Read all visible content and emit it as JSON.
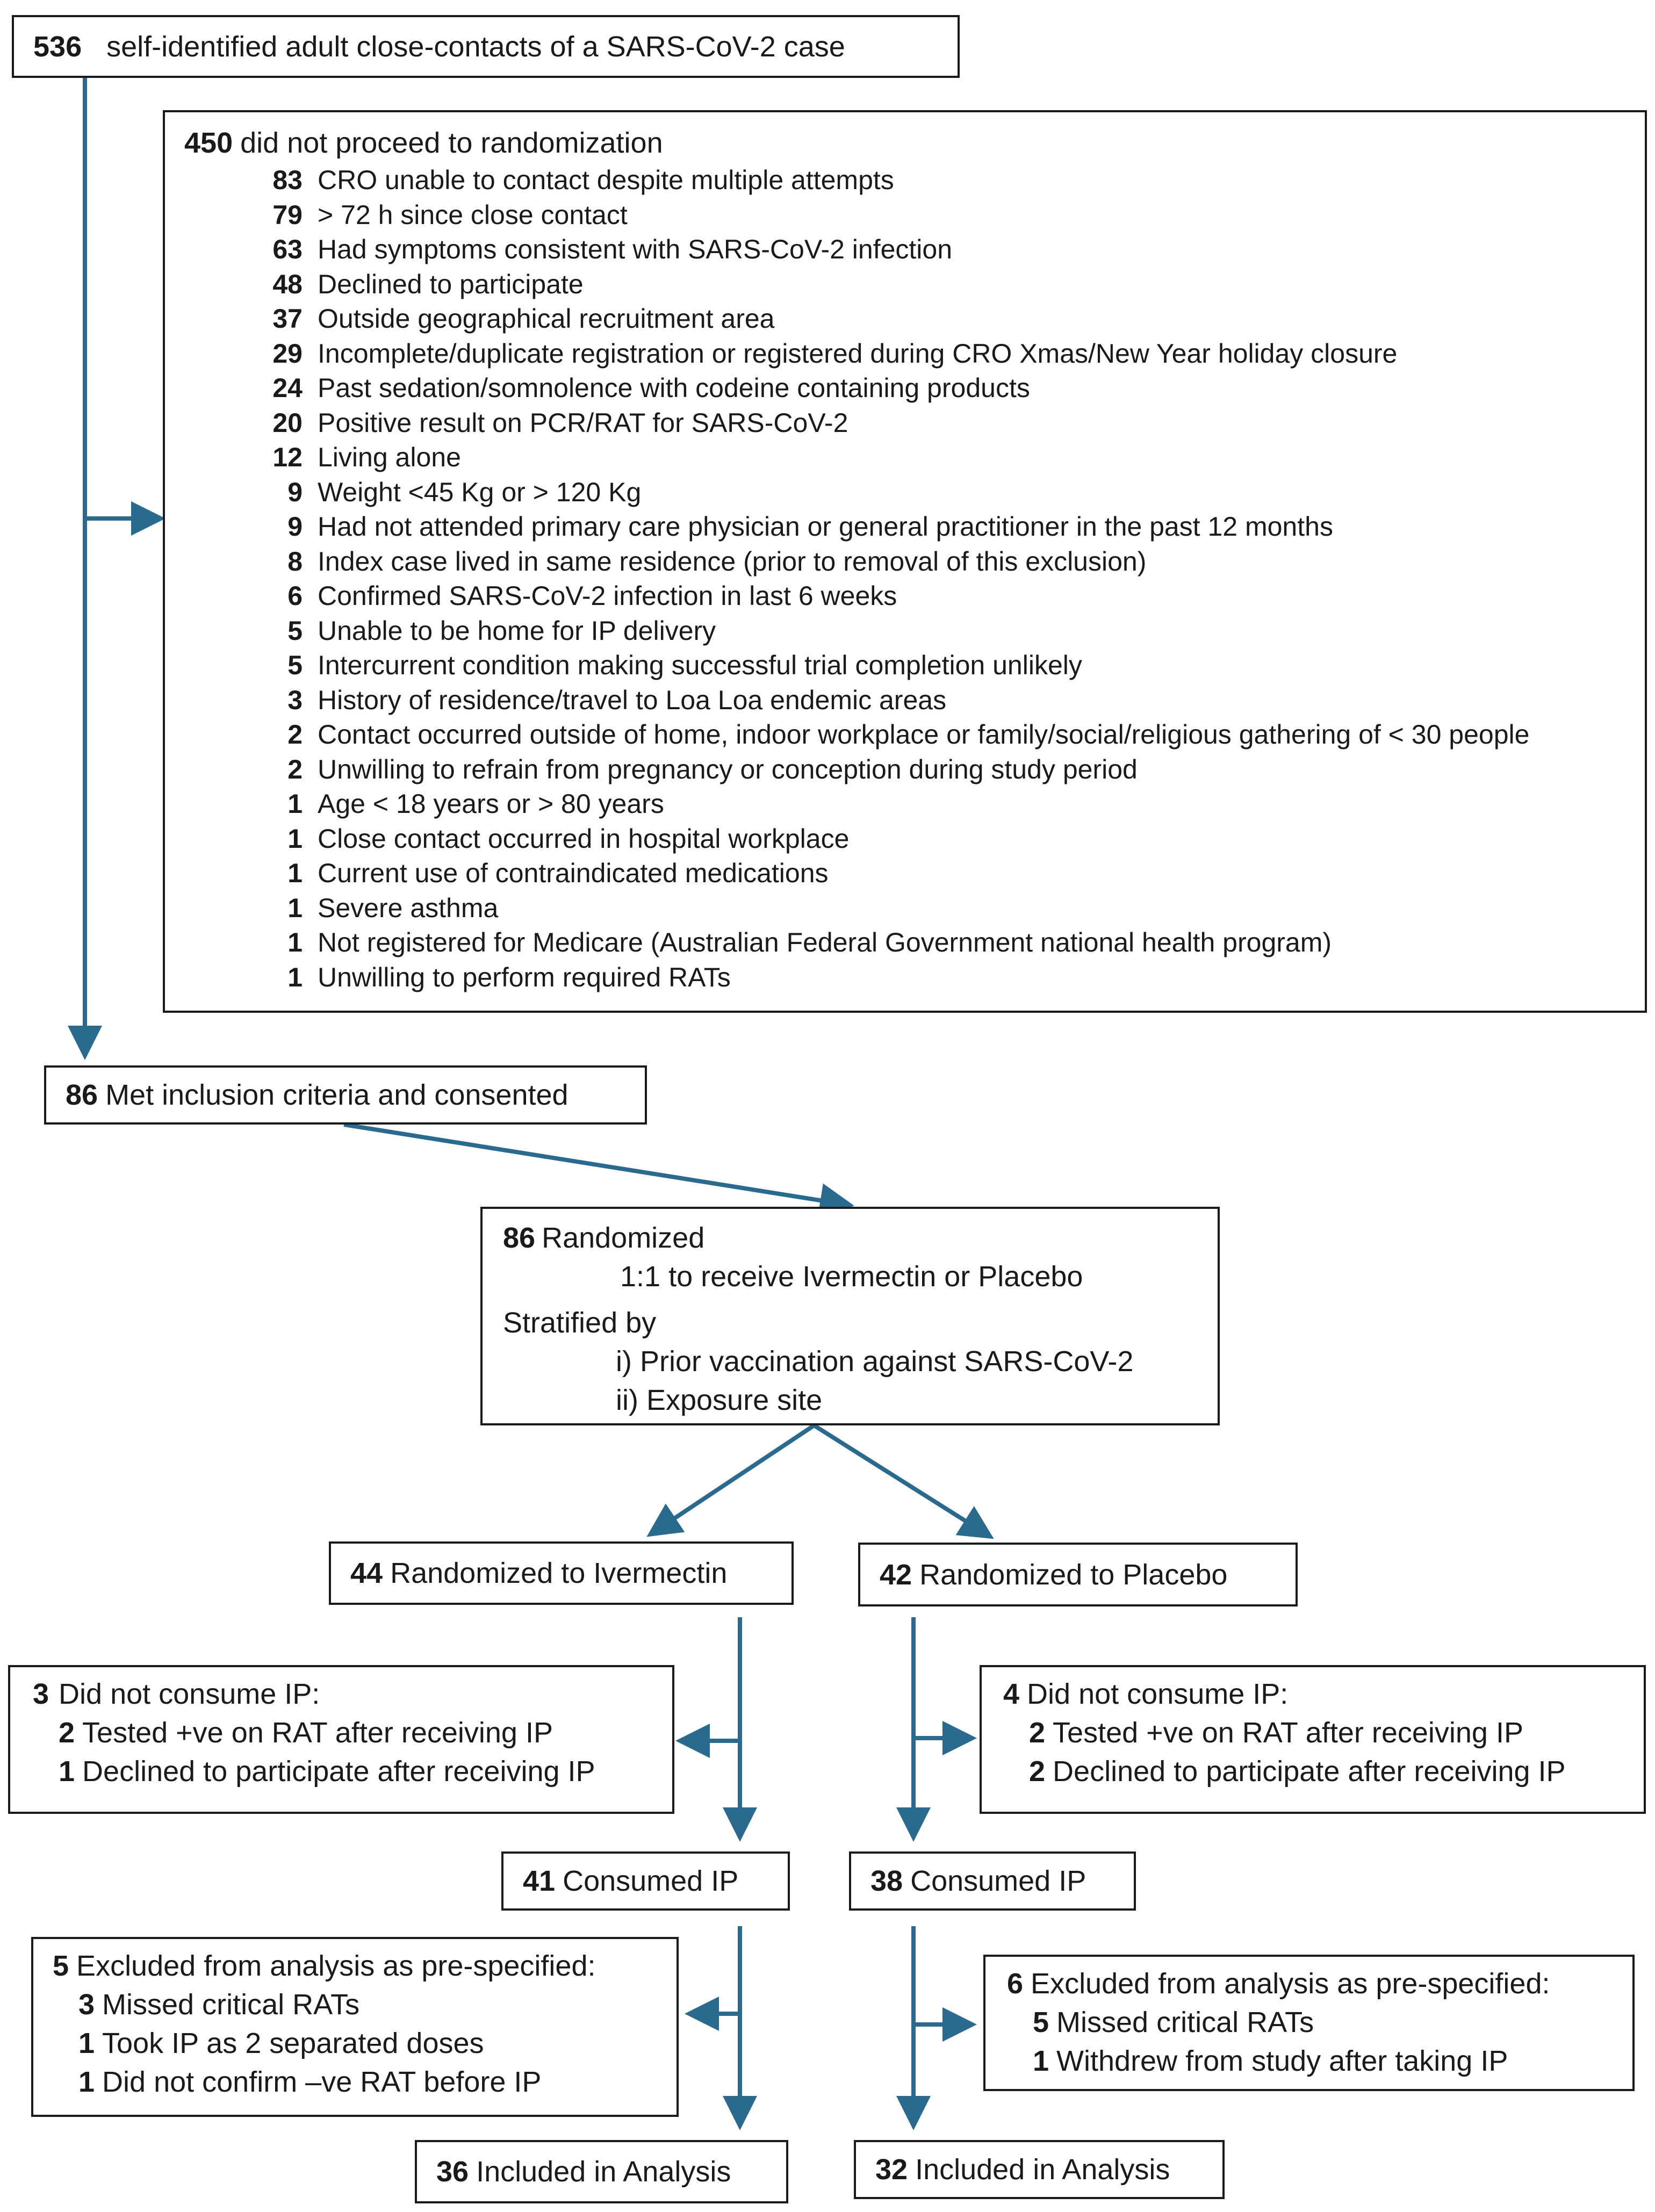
{
  "screening": {
    "count": "536",
    "text": "self-identified adult close-contacts of a SARS-CoV-2 case"
  },
  "excluded": {
    "count": "450",
    "text": "did not proceed to randomization",
    "reasons": [
      {
        "n": "83",
        "text": "CRO unable to contact despite multiple attempts"
      },
      {
        "n": "79",
        "text": "> 72 h since close contact"
      },
      {
        "n": "63",
        "text": "Had symptoms consistent with SARS-CoV-2 infection"
      },
      {
        "n": "48",
        "text": "Declined to participate"
      },
      {
        "n": "37",
        "text": "Outside geographical recruitment area"
      },
      {
        "n": "29",
        "text": "Incomplete/duplicate registration or registered during CRO Xmas/New Year holiday closure"
      },
      {
        "n": "24",
        "text": "Past sedation/somnolence with codeine containing products"
      },
      {
        "n": "20",
        "text": "Positive result on PCR/RAT for SARS-CoV-2"
      },
      {
        "n": "12",
        "text": "Living alone"
      },
      {
        "n": "9",
        "text": "Weight <45 Kg or > 120 Kg"
      },
      {
        "n": "9",
        "text": "Had not attended primary care physician or general practitioner in the past 12 months"
      },
      {
        "n": "8",
        "text": "Index case lived in same residence (prior to removal of this exclusion)"
      },
      {
        "n": "6",
        "text": "Confirmed SARS-CoV-2 infection in last 6 weeks"
      },
      {
        "n": "5",
        "text": "Unable to be home for IP delivery"
      },
      {
        "n": "5",
        "text": "Intercurrent condition making successful trial completion unlikely"
      },
      {
        "n": "3",
        "text": "History of residence/travel to Loa Loa endemic areas"
      },
      {
        "n": "2",
        "text": "Contact occurred outside of home, indoor workplace or family/social/religious gathering of < 30 people"
      },
      {
        "n": "2",
        "text": "Unwilling to refrain from pregnancy or conception during study period"
      },
      {
        "n": "1",
        "text": "Age < 18 years or > 80 years"
      },
      {
        "n": "1",
        "text": "Close contact occurred in hospital workplace"
      },
      {
        "n": "1",
        "text": "Current use of contraindicated medications"
      },
      {
        "n": "1",
        "text": "Severe asthma"
      },
      {
        "n": "1",
        "text": "Not registered for Medicare (Australian Federal Government national health program)"
      },
      {
        "n": "1",
        "text": "Unwilling to perform required RATs"
      }
    ]
  },
  "eligible": {
    "count": "86",
    "text": "Met inclusion criteria and consented"
  },
  "randomized": {
    "count": "86",
    "text": "Randomized",
    "ratio": "1:1 to receive Ivermectin or Placebo",
    "stratified_label": "Stratified by",
    "strata": [
      "i) Prior vaccination against SARS-CoV-2",
      "ii) Exposure site"
    ]
  },
  "ivermectin": {
    "allocated": {
      "count": "44",
      "text": "Randomized to Ivermectin"
    },
    "not_consumed": {
      "count": "3",
      "text": "Did not consume IP:",
      "items": [
        {
          "n": "2",
          "text": "Tested +ve on RAT after receiving IP"
        },
        {
          "n": "1",
          "text": "Declined to participate after receiving IP"
        }
      ]
    },
    "consumed": {
      "count": "41",
      "text": "Consumed IP"
    },
    "excluded_analysis": {
      "count": "5",
      "text": "Excluded from analysis as pre-specified:",
      "items": [
        {
          "n": "3",
          "text": "Missed critical RATs"
        },
        {
          "n": "1",
          "text": "Took IP as 2 separated doses"
        },
        {
          "n": "1",
          "text": "Did not confirm –ve RAT before IP"
        }
      ]
    },
    "analysed": {
      "count": "36",
      "text": "Included in Analysis"
    }
  },
  "placebo": {
    "allocated": {
      "count": "42",
      "text": "Randomized to Placebo"
    },
    "not_consumed": {
      "count": "4",
      "text": "Did not consume IP:",
      "items": [
        {
          "n": "2",
          "text": "Tested +ve on RAT after receiving IP"
        },
        {
          "n": "2",
          "text": "Declined to participate after receiving IP"
        }
      ]
    },
    "consumed": {
      "count": "38",
      "text": "Consumed IP"
    },
    "excluded_analysis": {
      "count": "6",
      "text": "Excluded from analysis as pre-specified:",
      "items": [
        {
          "n": "5",
          "text": "Missed critical RATs"
        },
        {
          "n": "1",
          "text": "Withdrew from study after taking IP"
        }
      ]
    },
    "analysed": {
      "count": "32",
      "text": "Included in Analysis"
    }
  },
  "colors": {
    "arrow": "#2b6a8f",
    "border": "#1a1a1a"
  }
}
